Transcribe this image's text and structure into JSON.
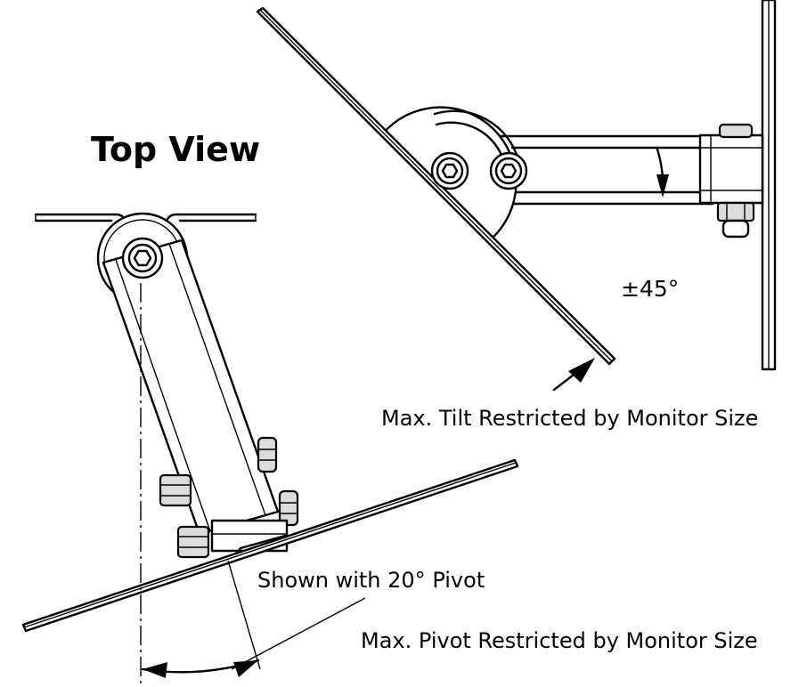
{
  "labels": {
    "view_title": "Top View",
    "tilt_angle": "±45°",
    "tilt_note": "Max. Tilt Restricted by Monitor Size",
    "pivot_shown": "Shown with 20° Pivot",
    "pivot_note": "Max. Pivot Restricted by Monitor Size"
  },
  "colors": {
    "line": "#000000",
    "background": "#ffffff",
    "hardware_fill": "#dcdcdc"
  },
  "icons": [
    "hex-socket-screw-icon",
    "hex-nut-icon",
    "dimension-arrow-icon"
  ]
}
